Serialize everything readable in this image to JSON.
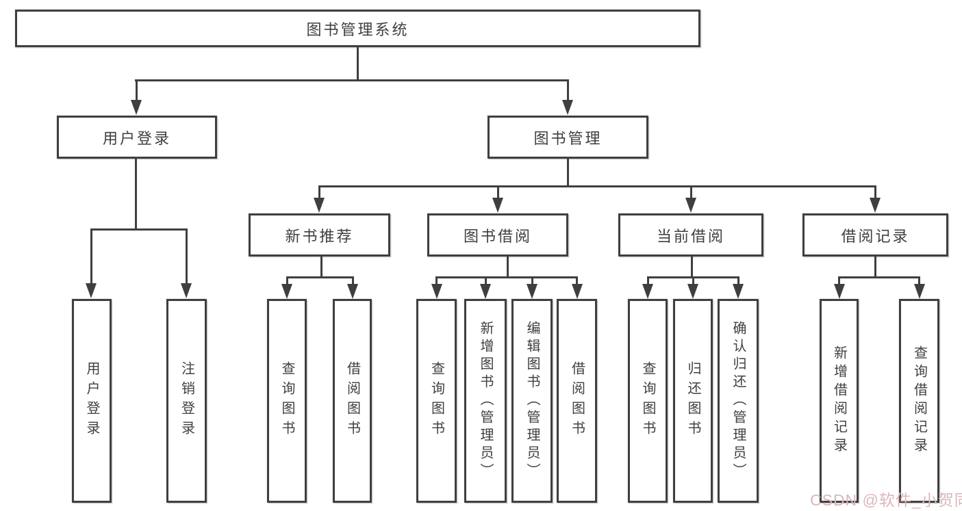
{
  "nodes": {
    "root": "图书管理系统",
    "user_login": "用户登录",
    "book_mgmt": "图书管理",
    "new_books": "新书推荐",
    "book_borrow": "图书借阅",
    "current_borrow": "当前借阅",
    "borrow_records": "借阅记录",
    "leaf_user_login": "用户登录",
    "leaf_logout": "注销登录",
    "nb_query_book": "查询图书",
    "nb_borrow_book": "借阅图书",
    "bb_query_book": "查询图书",
    "bb_add_book": "新增图书（管理员）",
    "bb_edit_book": "编辑图书（管理员）",
    "bb_borrow_book": "借阅图书",
    "cb_query_book": "查询图书",
    "cb_return_book": "归还图书",
    "cb_confirm_return": "确认归还（管理员）",
    "br_add_record": "新增借阅记录",
    "br_query_record": "查询借阅记录"
  },
  "watermark": "CSDN @软件_小贺同学",
  "colors": {
    "line": "#3f3f3f",
    "text": "#3f3f3f",
    "watermark": "#dcb6bb",
    "background": "#ffffff"
  }
}
